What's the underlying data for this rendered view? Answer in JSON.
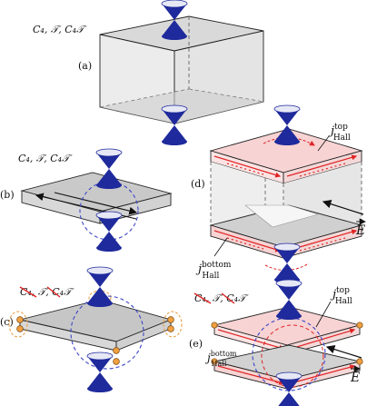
{
  "panels": {
    "a": {
      "tag": "(a)",
      "symmetry": "C₄, 𝒯, C₄𝒯"
    },
    "b": {
      "tag": "(b)",
      "symmetry": "C₄, 𝒯, C₄𝒯"
    },
    "c": {
      "tag": "(c)",
      "symmetry_broken_1": "C₄",
      "symmetry_broken_2": "𝒯",
      "symmetry_kept": ", C₄𝒯"
    },
    "d": {
      "tag": "(d)",
      "hall_top": "j",
      "hall_top_sup": "top",
      "hall_top_sub": "Hall",
      "hall_bottom": "j",
      "hall_bottom_sup": "bottom",
      "hall_bottom_sub": "Hall",
      "field": "E"
    },
    "e": {
      "tag": "(e)",
      "symmetry_broken_1": "C₄",
      "symmetry_broken_2": "𝒯",
      "symmetry_kept": ", C₄𝒯",
      "hall_top": "j",
      "hall_top_sup": "top",
      "hall_top_sub": "Hall",
      "hall_bottom": "j",
      "hall_bottom_sup": "bottom",
      "hall_bottom_sub": "Hall",
      "field": "E"
    }
  },
  "colors": {
    "cone": "#1f2a9c",
    "cone_top": "#e6e8f5",
    "slab_gray": "#d7d7d7",
    "slab_top": "#c8c8c8",
    "pink": "#f7d3d3",
    "hall_red": "#e02424",
    "dash_blue": "#3c46c8",
    "dash_orange": "#e89a3c",
    "dot_orange": "#f0a040"
  }
}
